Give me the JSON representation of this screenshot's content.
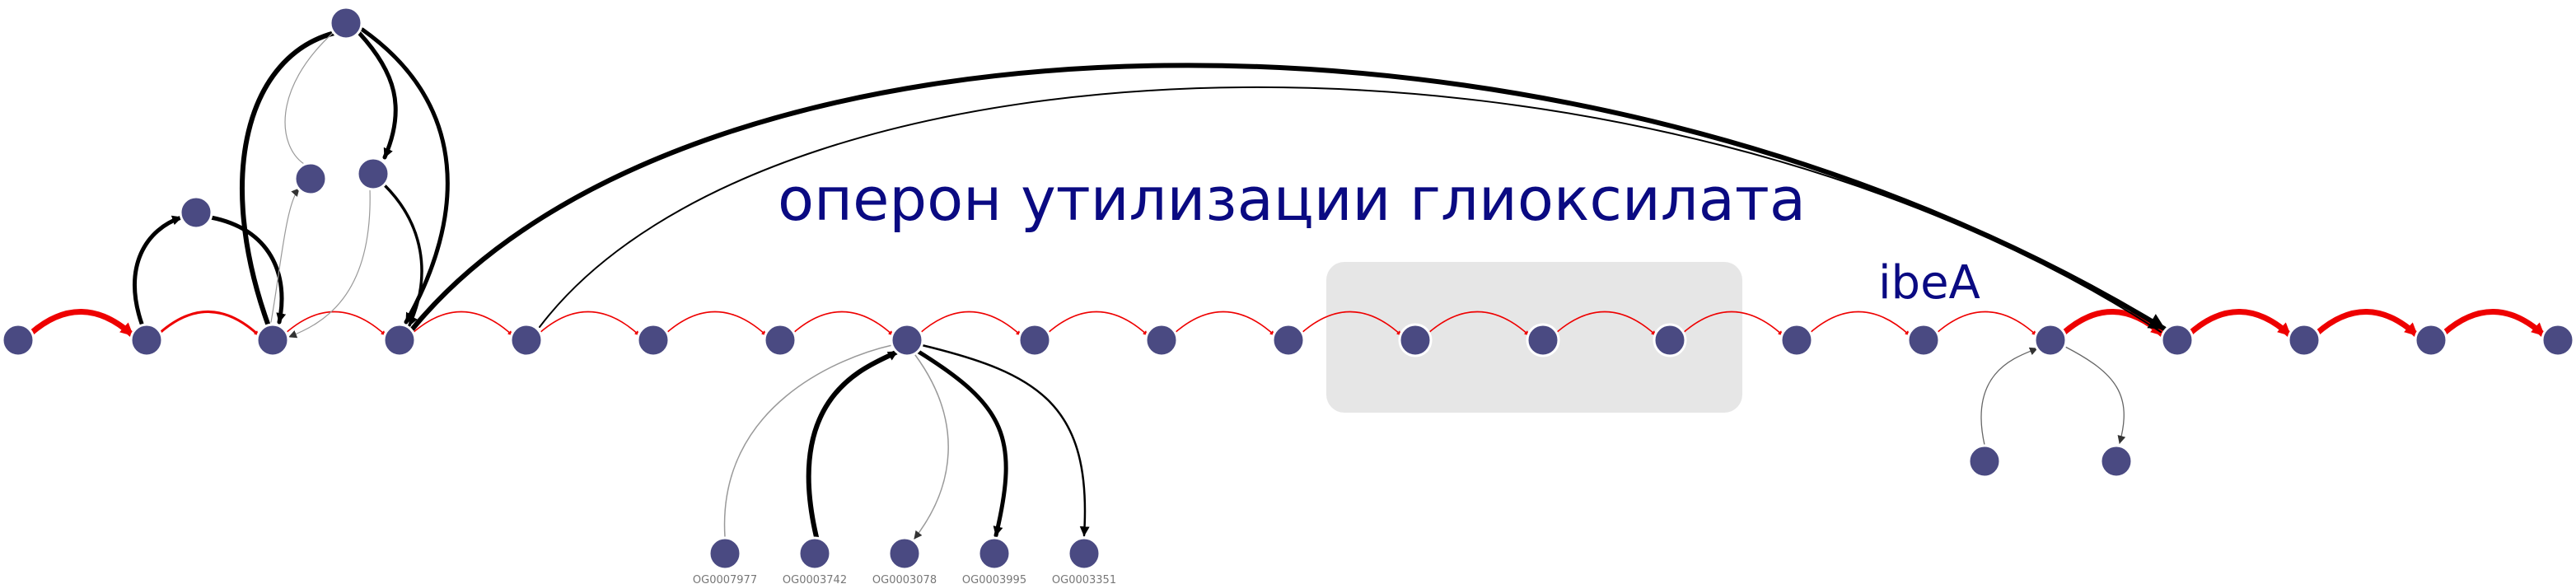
{
  "title": "оперон утилизации глиоксилата",
  "gene_label": "ibeA",
  "colors": {
    "node": "#4a4a82",
    "edge_red": "#ee0000",
    "edge_black": "#000000",
    "highlight": "#e6e6e6",
    "title": "#0a0a82",
    "og_label": "#777777"
  },
  "og_labels": [
    "OG0007977",
    "OG0003742",
    "OG0003078",
    "OG0003995",
    "OG0003351"
  ],
  "main_chain_count": 21
}
